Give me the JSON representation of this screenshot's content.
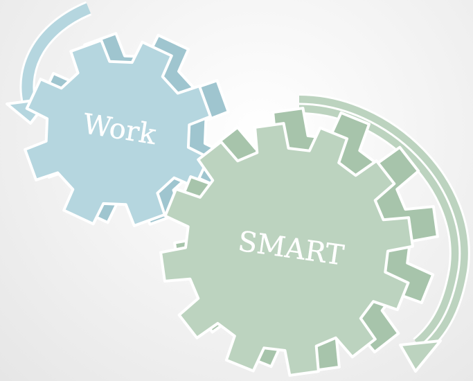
{
  "gears": [
    {
      "label": "Work",
      "fill": "#b5d6df",
      "side": "#9fc5cf",
      "rotation_label_deg": 9
    },
    {
      "label": "SMART",
      "fill": "#bcd3bf",
      "side": "#a7c4ab",
      "rotation_label_deg": 8
    }
  ],
  "colors": {
    "outline": "#ffffff",
    "work_gear": "#b5d6df",
    "smart_gear": "#bcd3bf",
    "work_arrow": "#b5d6df",
    "smart_arrow": "#bcd3bf"
  },
  "icons": [
    "gear-icon",
    "curved-arrow-icon"
  ]
}
